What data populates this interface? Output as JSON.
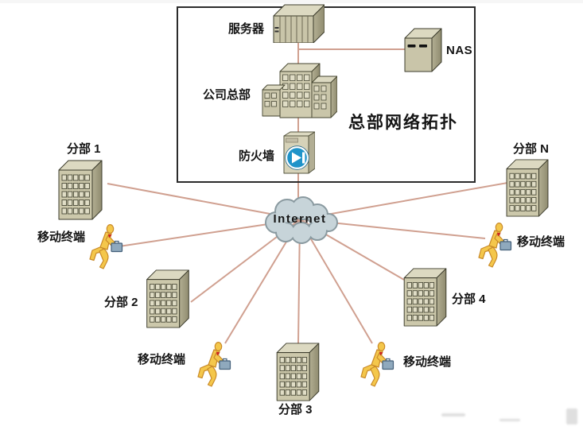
{
  "hq": {
    "title": "总部网络拓扑",
    "server": "服务器",
    "nas": "NAS",
    "headquarters": "公司总部",
    "firewall": "防火墙"
  },
  "internet": "Internet",
  "branches": [
    {
      "label": "分部 1"
    },
    {
      "label": "分部 2"
    },
    {
      "label": "分部 3"
    },
    {
      "label": "分部 4"
    },
    {
      "label": "分部 N"
    }
  ],
  "mobile_terminal": "移动终端",
  "colors": {
    "connection_line": "#d0a090",
    "cloud_fill": "#c7d4d9",
    "cloud_stroke": "#8a9aa0",
    "building_front": "#ccc8ab",
    "building_top": "#dcd9c1",
    "building_side": "#a39f83",
    "person_yellow": "#f4c74b",
    "briefcase_blue": "#8fa9bd",
    "firewall_blue": "#1f93c9",
    "box_border": "#2b2b2b"
  }
}
